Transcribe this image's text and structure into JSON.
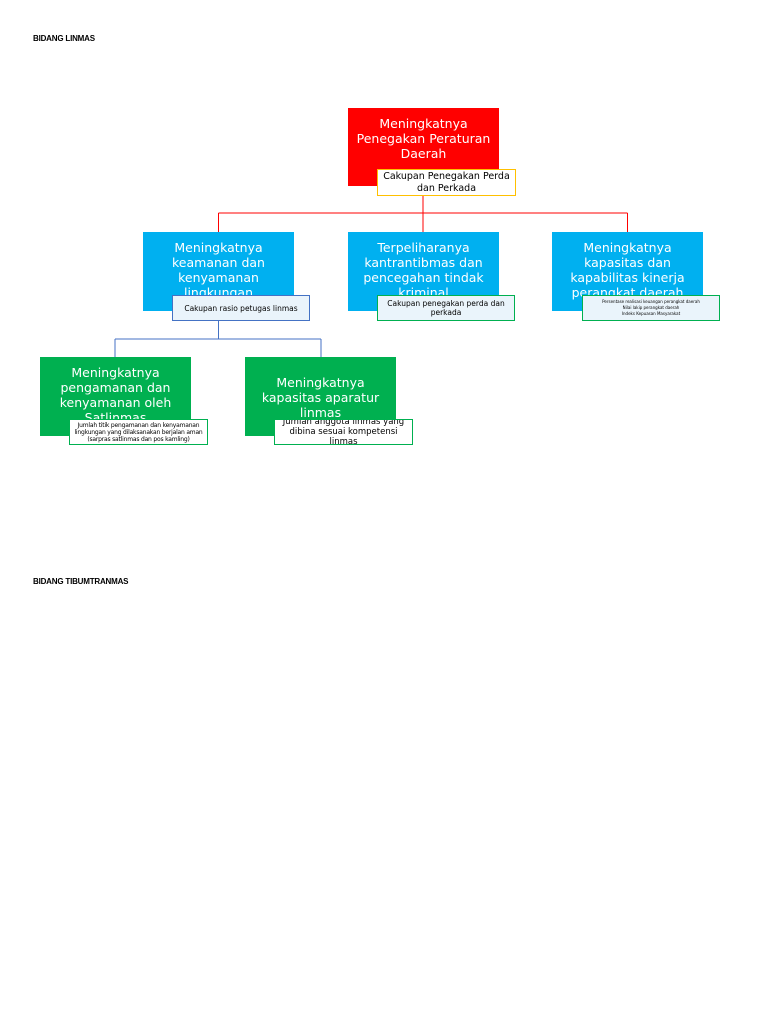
{
  "sections": {
    "linmas_title": "BIDANG LINMAS",
    "tibum_title": "BIDANG TIBUMTRANMAS"
  },
  "colors": {
    "root": "#ff0000",
    "level1": "#00b0f0",
    "level2": "#00b050",
    "root_connector": "#ff0000",
    "child_connector": "#4472c4"
  },
  "root": {
    "label": "Meningkatnya Penegakan Peraturan Daerah",
    "indicator": "Cakupan Penegakan Perda dan Perkada"
  },
  "level1": [
    {
      "label": "Meningkatnya keamanan dan kenyamanan lingkungan",
      "indicator": "Cakupan rasio petugas linmas"
    },
    {
      "label": "Terpeliharanya kantrantibmas dan pencegahan tindak kriminal",
      "indicator": "Cakupan penegakan perda dan perkada"
    },
    {
      "label": "Meningkatnya kapasitas dan kapabilitas kinerja perangkat daerah",
      "indicator_lines": [
        "Persentase realisasi keuangan perangkat daerah",
        "Nilai lakip perangkat daerah",
        "Indeks Kepuasan Masyarakat"
      ]
    }
  ],
  "level2": [
    {
      "label": "Meningkatnya pengamanan dan kenyamanan oleh Satlinmas",
      "indicator_lines": [
        "Jumlah titik pengamanan dan kenyamanan lingkungan yang dilaksanakan berjalan aman",
        "(sarpras satlinmas dan pos kamling)"
      ]
    },
    {
      "label": "Meningkatnya kapasitas aparatur linmas",
      "indicator": "Jumlah anggota linmas yang dibina sesuai kompetensi linmas"
    }
  ]
}
